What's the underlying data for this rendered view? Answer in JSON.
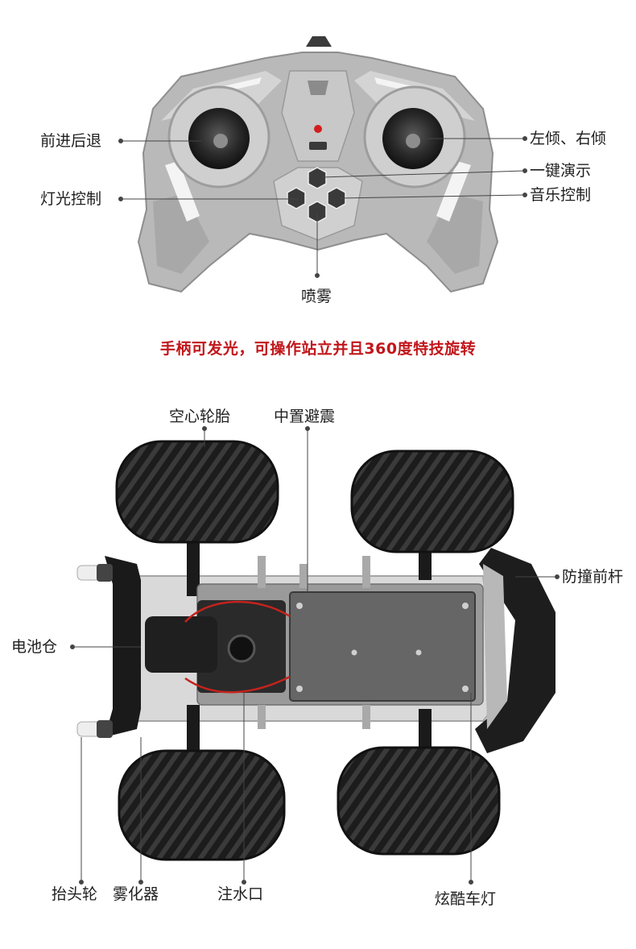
{
  "controller": {
    "labels": {
      "forward_back": "前进后退",
      "light_control": "灯光控制",
      "tilt": "左倾、右倾",
      "demo": "一键演示",
      "music": "音乐控制",
      "spray": "喷雾"
    }
  },
  "caption": "手柄可发光，可操作站立并且360度特技旋转",
  "car": {
    "labels": {
      "hollow_tires": "空心轮胎",
      "center_shock": "中置避震",
      "front_bumper": "防撞前杆",
      "battery": "电池仓",
      "wheelie_wheel": "抬头轮",
      "atomizer": "雾化器",
      "water_inlet": "注水口",
      "car_lights": "炫酷车灯"
    }
  }
}
